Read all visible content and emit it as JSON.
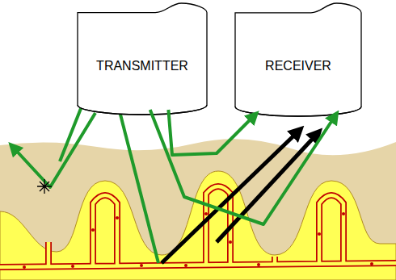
{
  "diagram": {
    "nodes": [
      {
        "text": [
          "TRANSMITTER"
        ]
      },
      {
        "text": [
          "RECEIVER"
        ]
      }
    ],
    "edges": [
      {
        "from": 0,
        "to": 1,
        "arrow": "to"
      },
      {
        "from": 0,
        "to": 1,
        "arrow": "to"
      }
    ]
  }
}
